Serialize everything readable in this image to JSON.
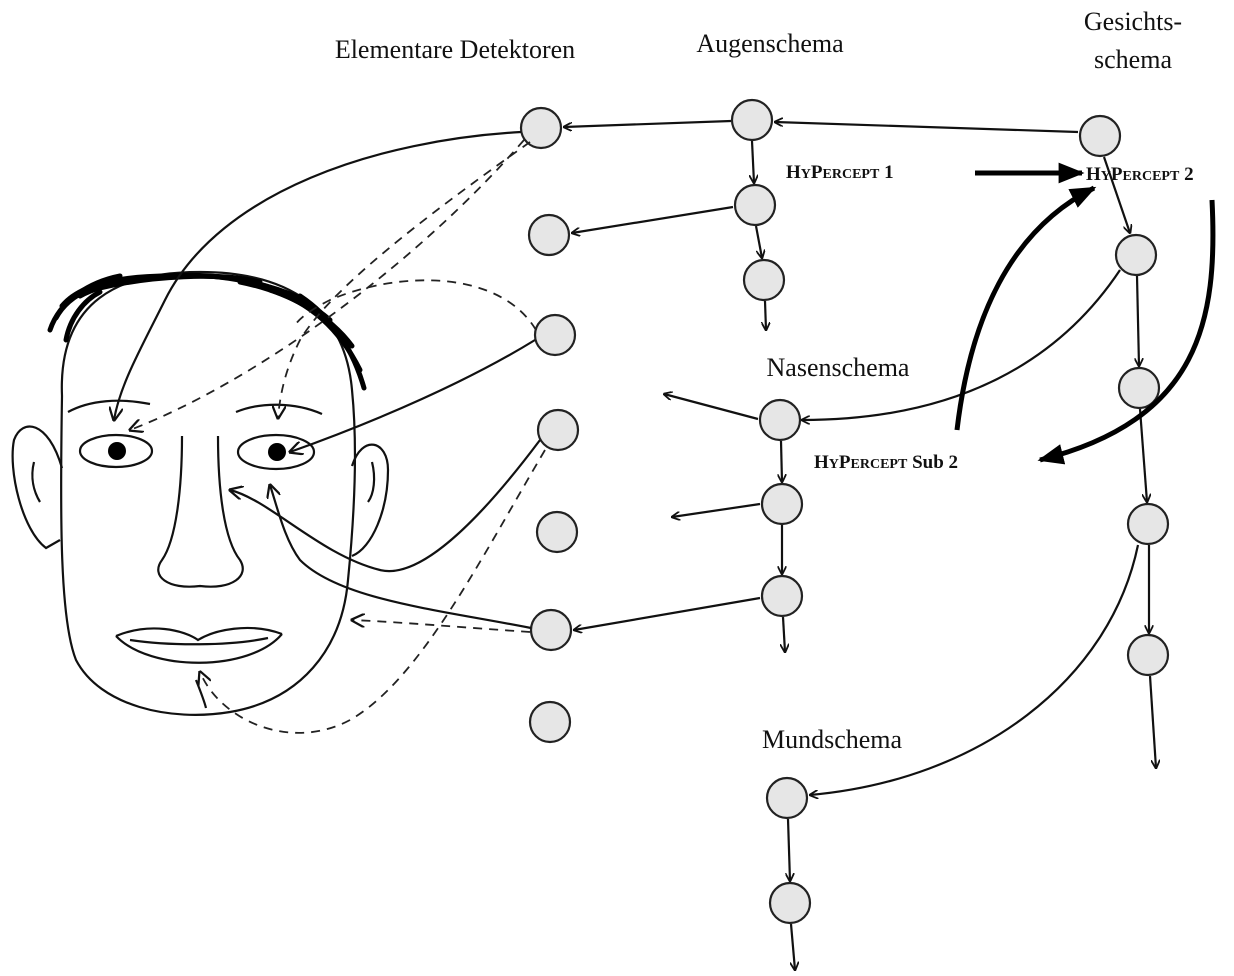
{
  "headers": {
    "elementare": "Elementare Detektoren",
    "augen": "Augenschema",
    "gesicht_line1": "Gesichts-",
    "gesicht_line2": "schema"
  },
  "schema_labels": {
    "nasen": "Nasenschema",
    "mund": "Mundschema"
  },
  "hypercept_labels": {
    "hp1": {
      "h": "H",
      "y": "Y",
      "p": "P",
      "ercept": "ERCEPT",
      "suffix": " 1"
    },
    "hp2": {
      "h": "H",
      "y": "Y",
      "p": "P",
      "ercept": "ERCEPT",
      "suffix": " 2"
    },
    "hpsub2": {
      "h": "H",
      "y": "Y",
      "p": "P",
      "ercept": "ERCEPT",
      "suffix": " Sub 2"
    }
  },
  "colors": {
    "node_fill": "#e6e6e6",
    "stroke": "#111111",
    "background": "#ffffff"
  }
}
